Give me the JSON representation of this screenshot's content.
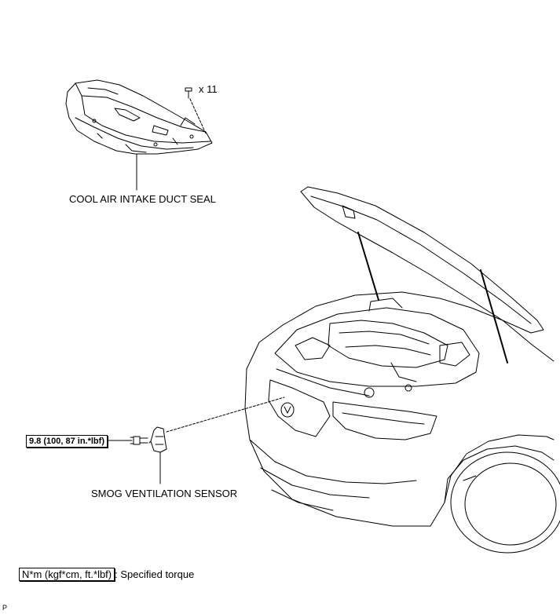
{
  "parts": {
    "clip_count": "x 11",
    "duct_seal_label": "COOL AIR INTAKE DUCT SEAL",
    "sensor_label": "SMOG VENTILATION SENSOR",
    "torque_value": "9.8 (100, 87 in.*lbf)"
  },
  "legend": {
    "units": "N*m (kgf*cm, ft.*lbf)",
    "description": ": Specified torque"
  },
  "corner_code": "P"
}
